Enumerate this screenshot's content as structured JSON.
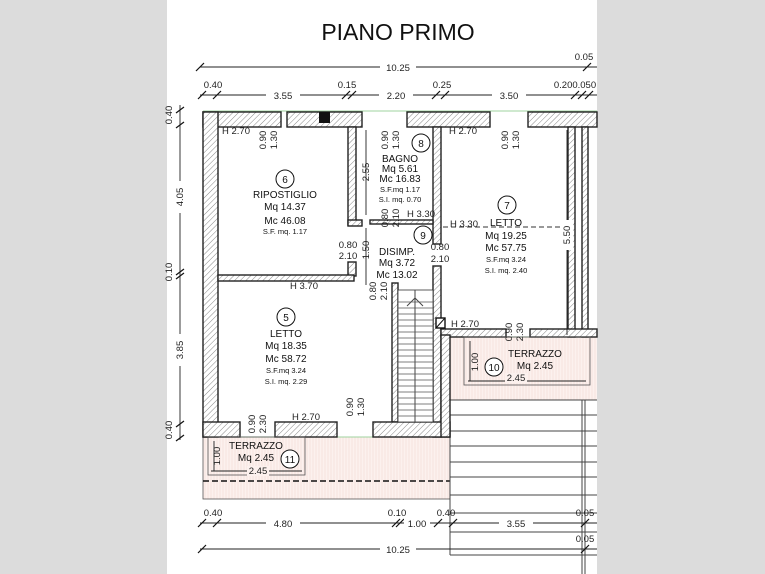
{
  "title": "PIANO PRIMO",
  "colors": {
    "wall_hatch": "#888888",
    "terrace_fill": "#fbeeea",
    "outline_green": "#9fd39f",
    "background": "#dcdcdc"
  },
  "dimensions": {
    "top_total": "10.25",
    "top_total_offset": "0.05",
    "top_segments": [
      "0.40",
      "3.55",
      "0.15",
      "2.20",
      "0.25",
      "3.50",
      "0.200.050"
    ],
    "left_segments": [
      "0.40",
      "4.05",
      "0.10",
      "3.85",
      "0.40"
    ],
    "bottom_segments": [
      "0.40",
      "4.80",
      "0.10",
      "1.00",
      "0.40",
      "3.55",
      "0.05"
    ],
    "bottom_total": "10.25",
    "bottom_total_offset": "0.05",
    "bagno_height": "2.55",
    "disimp_length": "1.50",
    "letto7_length": "5.50"
  },
  "rooms": {
    "r6": {
      "number": "6",
      "name": "RIPOSTIGLIO",
      "mq": "Mq 14.37",
      "mc": "Mc 46.08",
      "sf": "S.F. mq. 1.17"
    },
    "r8": {
      "number": "8",
      "name": "BAGNO",
      "mq": "Mq 5.61",
      "mc": "Mc 16.83",
      "sf": "S.F.mq 1.17",
      "si": "S.I. mq. 0.70"
    },
    "r7": {
      "number": "7",
      "name": "LETTO",
      "mq": "Mq 19.25",
      "mc": "Mc 57.75",
      "sf": "S.F.mq 3.24",
      "si": "S.I. mq. 2.40"
    },
    "r9": {
      "number": "9",
      "name": "DISIMP.",
      "mq": "Mq 3.72",
      "mc": "Mc 13.02"
    },
    "r5": {
      "number": "5",
      "name": "LETTO",
      "mq": "Mq 18.35",
      "mc": "Mc 58.72",
      "sf": "S.F.mq 3.24",
      "si": "S.I. mq. 2.29"
    },
    "r10": {
      "number": "10",
      "name": "TERRAZZO",
      "mq": "Mq 2.45",
      "width": "2.45",
      "depth": "1.00"
    },
    "r11": {
      "number": "11",
      "name": "TERRAZZO",
      "mq": "Mq 2.45",
      "width": "2.45",
      "depth": "1.00"
    }
  },
  "heights": [
    "H 2.70",
    "H 2.70",
    "H 3.30",
    "H 3.30",
    "H 3.70",
    "H 2.70",
    "H 2.70"
  ],
  "openings": {
    "w6": [
      "0.90",
      "1.30"
    ],
    "w8": [
      "0.90",
      "1.30"
    ],
    "w7": [
      "0.90",
      "1.30"
    ],
    "d8": [
      "0.80",
      "2.10"
    ],
    "d6": [
      "0.80",
      "2.10"
    ],
    "d7": [
      "0.80",
      "2.10"
    ],
    "d5": [
      "0.80",
      "2.10"
    ],
    "d10": [
      "0.90",
      "2.30"
    ],
    "w5": [
      "0.90",
      "1.30"
    ],
    "d11": [
      "0.90",
      "2.30"
    ]
  }
}
